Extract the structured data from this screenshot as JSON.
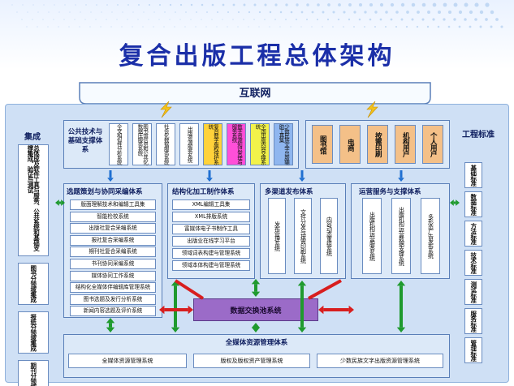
{
  "title": "复合出版工程总体架构",
  "internet": "互联网",
  "left_column": {
    "header": "集成",
    "items": [
      "总体成及软件工具与服务、公共系统和基础支撑集成、验证与测试",
      "图书分领域集成",
      "报纸分领域集成",
      "期刊分领域集成"
    ]
  },
  "right_column": {
    "header": "工程标准",
    "items": [
      "基础标准",
      "数据标准",
      "方法标准",
      "技术标准",
      "测试标准",
      "服务标准",
      "管理标准"
    ]
  },
  "public_tech": {
    "header": "公共技术与基础支撑体系",
    "modules": [
      {
        "label": "全文相似性分析系统",
        "color": "#ffffff"
      },
      {
        "label": "图书馆信息和公共化数据库服务系统",
        "color": "#ffffff"
      },
      {
        "label": "社会化数据服务系统",
        "color": "#ffffff"
      },
      {
        "label": "出版资源服务系统",
        "color": "#ffffff"
      },
      {
        "label": "复合数字版权保护系统",
        "color": "#ffd23a"
      },
      {
        "label": "数字资源知识管理与服务系统",
        "color": "#ff4fd8"
      },
      {
        "label": "全国出版内容交换系统",
        "color": "#f2f24a"
      },
      {
        "label": "少数民族文字出版辅助工具集",
        "color": "#8fb6ef"
      }
    ]
  },
  "channels": [
    {
      "label": "图书馆",
      "color": "#f4c088"
    },
    {
      "label": "电商",
      "color": "#f4c088"
    },
    {
      "label": "按需印刷",
      "color": "#f4c088"
    },
    {
      "label": "机构用户",
      "color": "#f4c088"
    },
    {
      "label": "个人用户",
      "color": "#f4c088"
    }
  ],
  "topic_planning": {
    "header": "选题策划与协同采编体系",
    "items": [
      "版面理解技术和编辑工具集",
      "智能检校系统",
      "出版社复合采编系统",
      "报社复合采编系统",
      "期刊社复合采编系统",
      "书刊协同采编系统",
      "媒体协同工作系统",
      "结构化全媒体伴编辑库管理系统",
      "图书选题及发行分析系统",
      "新闻内容选题及评价系统"
    ]
  },
  "structured": {
    "header": "结构化加工制作体系",
    "items": [
      "XML编辑工具集",
      "XML排版系统",
      "富媒体电子书制作工具",
      "出版业在线学习平台",
      "领域词表构建与管理系统",
      "领域本体构建与管理系统"
    ]
  },
  "multichannel": {
    "header": "多渠道发布体系",
    "items": [
      "发布管理系统",
      "文件分发与按需印刷系统",
      "内容动态重组系统"
    ]
  },
  "operations": {
    "header": "运营服务与支撑体系",
    "items": [
      "出版机构运营服务系统",
      "出版机构运营数据支撑系统",
      "多形态广告发布系统"
    ]
  },
  "exchange_pool": "数据交换池系统",
  "media_resources": {
    "header": "全媒体资源管理体系",
    "items": [
      "全媒体资源管理系统",
      "版权及版权资产管理系统",
      "少数民族文字出版资源管理系统"
    ]
  },
  "colors": {
    "title": "#1b2fa8",
    "arrow_green": "#1f9a2e",
    "arrow_red": "#d81e1e",
    "arrow_blue": "#1f6fd1",
    "exchange": "#9b6bc8",
    "lightning": "#f3c21c"
  }
}
